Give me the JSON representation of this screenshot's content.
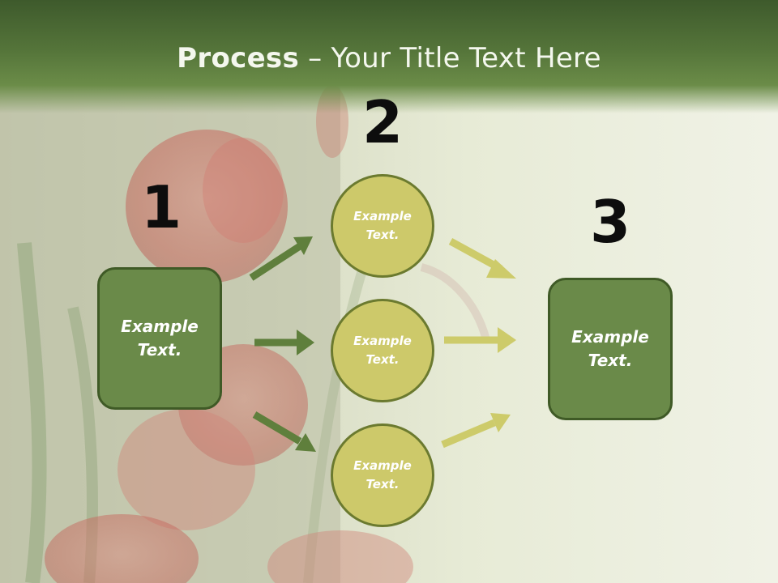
{
  "slide": {
    "title_bold": "Process",
    "title_rest": " – Your Title Text Here"
  },
  "steps": {
    "one": "1",
    "two": "2",
    "three": "3"
  },
  "nodes": {
    "left_box": "Example\nText.",
    "circle_top": "Example\nText.",
    "circle_middle": "Example\nText.",
    "circle_bottom": "Example\nText.",
    "right_box": "Example\nText."
  },
  "colors": {
    "header_green": "#55753a",
    "box_green": "#6a8a49",
    "box_border": "#3f5a26",
    "circle_fill": "#cdc96a",
    "circle_border": "#6b7a2f",
    "arrow_dark": "#5f7f3c",
    "arrow_light": "#cdcb6a"
  }
}
